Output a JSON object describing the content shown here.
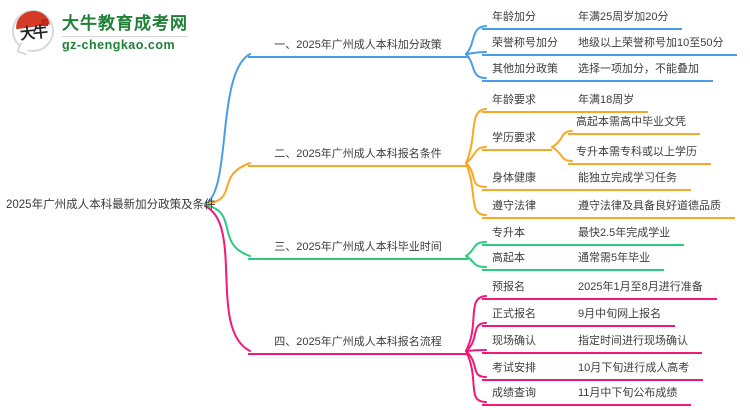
{
  "logo": {
    "brand": "大牛教育成考网",
    "domain": "gz-chengkao.com",
    "icon_text": "大牛",
    "brand_color": "#1f8038"
  },
  "root": {
    "title": "2025年广州成人本科最新加分政策及条件"
  },
  "colors": {
    "text": "#3d3d3d"
  },
  "branches": [
    {
      "label": "一、2025年广州成人本科加分政策",
      "color": "#4a9ce8",
      "items": [
        {
          "label": "年龄加分",
          "value": "年满25周岁加20分"
        },
        {
          "label": "荣誉称号加分",
          "value": "地级以上荣誉称号加10至50分"
        },
        {
          "label": "其他加分政策",
          "value": "选择一项加分，不能叠加"
        }
      ]
    },
    {
      "label": "二、2025年广州成人本科报名条件",
      "color": "#f9a825",
      "items": [
        {
          "label": "年龄要求",
          "value": "年满18周岁"
        },
        {
          "label": "学历要求",
          "children": [
            "高起本需高中毕业文凭",
            "专升本需专科或以上学历"
          ]
        },
        {
          "label": "身体健康",
          "value": "能独立完成学习任务"
        },
        {
          "label": "遵守法律",
          "value": "遵守法律及具备良好道德品质"
        }
      ]
    },
    {
      "label": "三、2025年广州成人本科毕业时间",
      "color": "#2bcc7e",
      "items": [
        {
          "label": "专升本",
          "value": "最快2.5年完成学业"
        },
        {
          "label": "高起本",
          "value": "通常需5年毕业"
        }
      ]
    },
    {
      "label": "四、2025年广州成人本科报名流程",
      "color": "#f01879",
      "items": [
        {
          "label": "预报名",
          "value": "2025年1月至8月进行准备"
        },
        {
          "label": "正式报名",
          "value": "9月中旬网上报名"
        },
        {
          "label": "现场确认",
          "value": "指定时间进行现场确认"
        },
        {
          "label": "考试安排",
          "value": "10月下旬进行成人高考"
        },
        {
          "label": "成绩查询",
          "value": "11月中下旬公布成绩"
        }
      ]
    }
  ]
}
